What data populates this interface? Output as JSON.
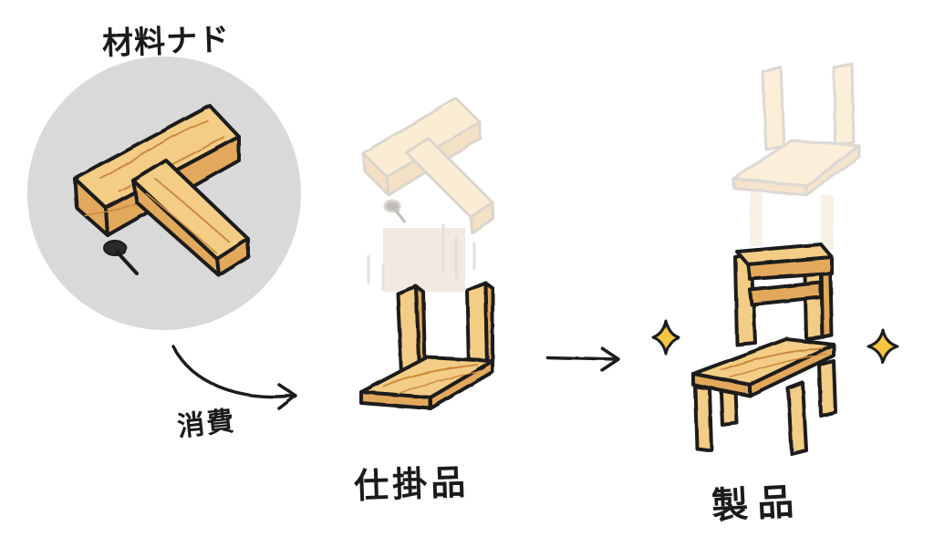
{
  "labels": {
    "materials": "材料ナド",
    "consume": "消費",
    "wip": "仕掛品",
    "product": "製品"
  },
  "colors": {
    "wood_light": "#f3cd86",
    "wood_side": "#e2a95c",
    "wood_grain": "#c98a3e",
    "ink": "#1b1b1b",
    "circle_bg": "#d9d9d9",
    "sparkle": "#f5c542"
  },
  "icons": [
    "nail-icon",
    "sparkle-icon",
    "arrow-icon"
  ]
}
